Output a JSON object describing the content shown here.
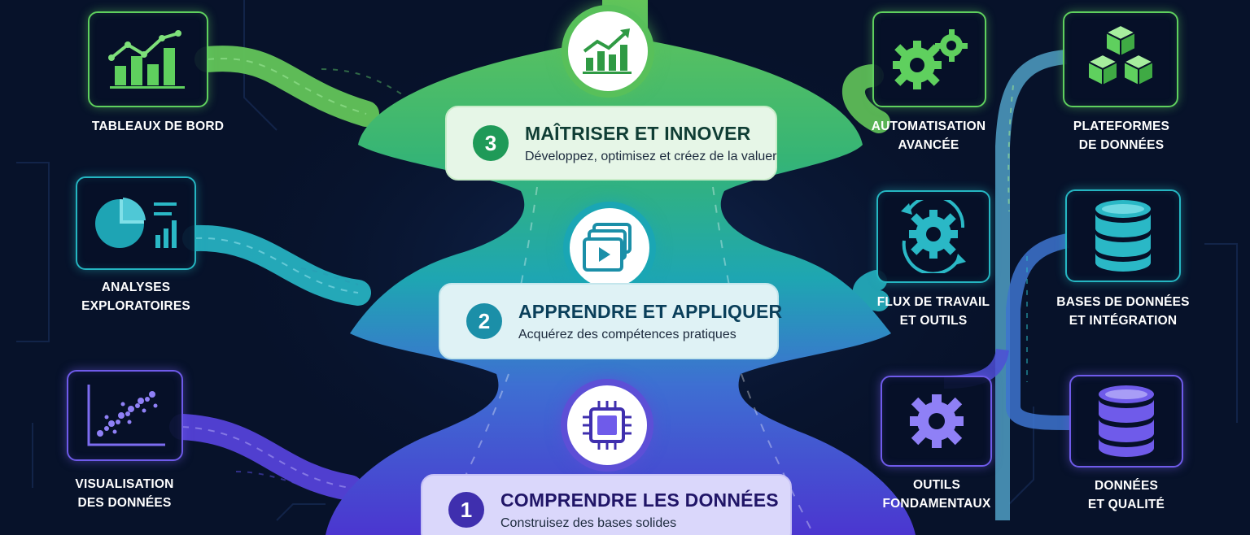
{
  "stages": [
    {
      "number": "3",
      "title": "MAÎTRISER ET INNOVER",
      "subtitle": "Développez, optimisez et créez de la valuer",
      "icon": "growth-chart-icon",
      "color": "#58c05a"
    },
    {
      "number": "2",
      "title": "APPRENDRE ET APPLIQUER",
      "subtitle": "Acquérez des compétences pratiques",
      "icon": "media-play-icon",
      "color": "#1aa6b4"
    },
    {
      "number": "1",
      "title": "COMPRENDRE LES DONNÉES",
      "subtitle": "Construisez des bases solides",
      "icon": "processor-chip-icon",
      "color": "#5d4fd6"
    }
  ],
  "left_items": [
    {
      "line1": "TABLEAUX DE BORD",
      "line2": "",
      "icon": "bar-chart-icon"
    },
    {
      "line1": "ANALYSES",
      "line2": "EXPLORATOIRES",
      "icon": "pie-chart-icon"
    },
    {
      "line1": "VISUALISATION",
      "line2": "DES DONNÉES",
      "icon": "scatter-plot-icon"
    }
  ],
  "right_inner_items": [
    {
      "line1": "AUTOMATISATION",
      "line2": "AVANCÉE",
      "icon": "gears-icon"
    },
    {
      "line1": "FLUX DE TRAVAIL",
      "line2": "ET OUTILS",
      "icon": "workflow-gear-icon"
    },
    {
      "line1": "OUTILS",
      "line2": "FONDAMENTAUX",
      "icon": "gear-icon"
    }
  ],
  "right_outer_items": [
    {
      "line1": "PLATEFORMES",
      "line2": "DE DONNÉES",
      "icon": "cubes-icon"
    },
    {
      "line1": "BASES DE DONNÉES",
      "line2": "ET INTÉGRATION",
      "icon": "database-icon"
    },
    {
      "line1": "DONNÉES",
      "line2": "ET QUALITÉ",
      "icon": "database-icon"
    }
  ],
  "colors": {
    "green": "#5fd05e",
    "teal": "#25b6c2",
    "purple": "#6f5bea",
    "background": "#07122a"
  }
}
